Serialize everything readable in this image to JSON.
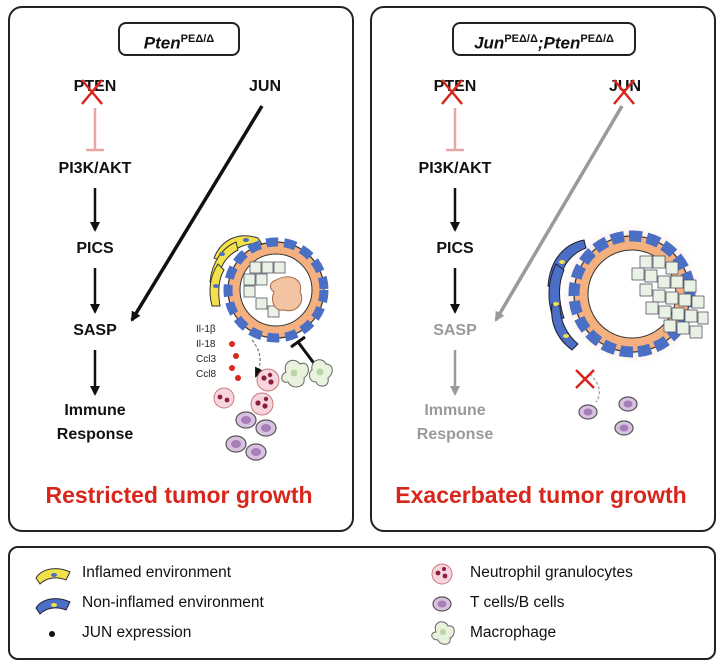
{
  "left_panel": {
    "genotype_base": "Pten",
    "genotype_sup": "PEΔ/Δ",
    "nodes": [
      "PTEN",
      "JUN",
      "PI3K/AKT",
      "PICS",
      "SASP",
      "Immune",
      "Response"
    ],
    "cytokines": [
      "Il-1β",
      "Il-18",
      "Ccl3",
      "Ccl8"
    ],
    "outcome": "Restricted tumor growth"
  },
  "right_panel": {
    "genotype_a": "Jun",
    "genotype_a_sup": "PEΔ/Δ",
    "genotype_sep": ";",
    "genotype_b": "Pten",
    "genotype_b_sup": "PEΔ/Δ",
    "nodes": [
      "PTEN",
      "JUN",
      "PI3K/AKT",
      "PICS",
      "SASP",
      "Immune",
      "Response"
    ],
    "outcome": "Exacerbated tumor growth"
  },
  "legend": {
    "items": [
      {
        "label": "Inflamed environment",
        "icon": "inflamed-cell-icon"
      },
      {
        "label": "Non-inflamed environment",
        "icon": "non-inflamed-cell-icon"
      },
      {
        "label": "JUN expression",
        "icon": "jun-dot-icon"
      },
      {
        "label": "Neutrophil granulocytes",
        "icon": "neutrophil-icon"
      },
      {
        "label": "T cells/B cells",
        "icon": "lymphocyte-icon"
      },
      {
        "label": "Macrophage",
        "icon": "macrophage-icon"
      }
    ]
  },
  "colors": {
    "outcome_red": "#d8261c",
    "inhibit_pink": "#e8a5a2",
    "muted_gray": "#9a9a9a",
    "cell_blue": "#4a6fc4",
    "cell_orange": "#f4b07f",
    "inflamed_yellow": "#f2e14a"
  }
}
